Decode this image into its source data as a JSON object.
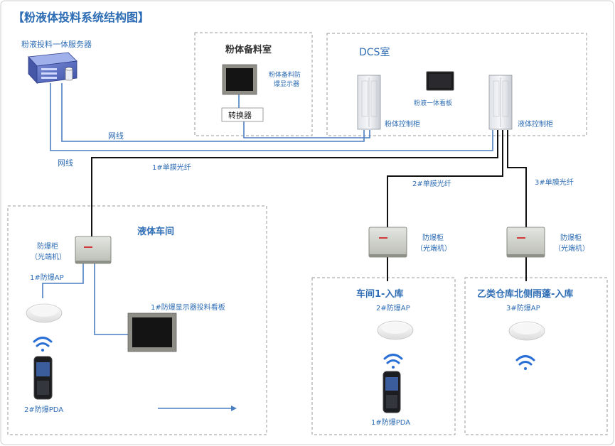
{
  "title": "【粉液体投料系统结构图】",
  "server": {
    "label": "粉液投料一体服务器"
  },
  "rooms": {
    "powder_prep": {
      "title": "粉体备料室",
      "display_label_1": "粉体备料防",
      "display_label_2": "爆显示器",
      "converter": "转换器"
    },
    "dcs": {
      "title": "DCS室",
      "board_label": "粉液一体看板",
      "powder_cabinet": "粉体控制柜",
      "liquid_cabinet": "液体控制柜"
    },
    "liquid_workshop": {
      "title": "液体车间",
      "cabinet_1": "防爆柜",
      "cabinet_2": "（光端机）",
      "ap": "1#防爆AP",
      "display": "1#防爆显示器投料看板",
      "pda": "2#防爆PDA"
    },
    "workshop1": {
      "title": "车间1-入库",
      "ap": "2#防爆AP",
      "pda": "1#防爆PDA"
    },
    "warehouse": {
      "title": "乙类仓库北侧雨蓬-入库",
      "ap": "3#防爆AP"
    }
  },
  "cabinets": {
    "mid_1": "防爆柜",
    "mid_2": "（光端机）",
    "right_1": "防爆柜",
    "right_2": "（光端机）"
  },
  "links": {
    "net1": "网线",
    "net2": "网线",
    "fiber1": "1#单膜光纤",
    "fiber2": "2#单膜光纤",
    "fiber3": "3#单膜光纤"
  },
  "colors": {
    "title": "#2e6db4",
    "network": "#4a7fc1",
    "fiber": "#111111",
    "room_border": "#9a9a9a"
  }
}
